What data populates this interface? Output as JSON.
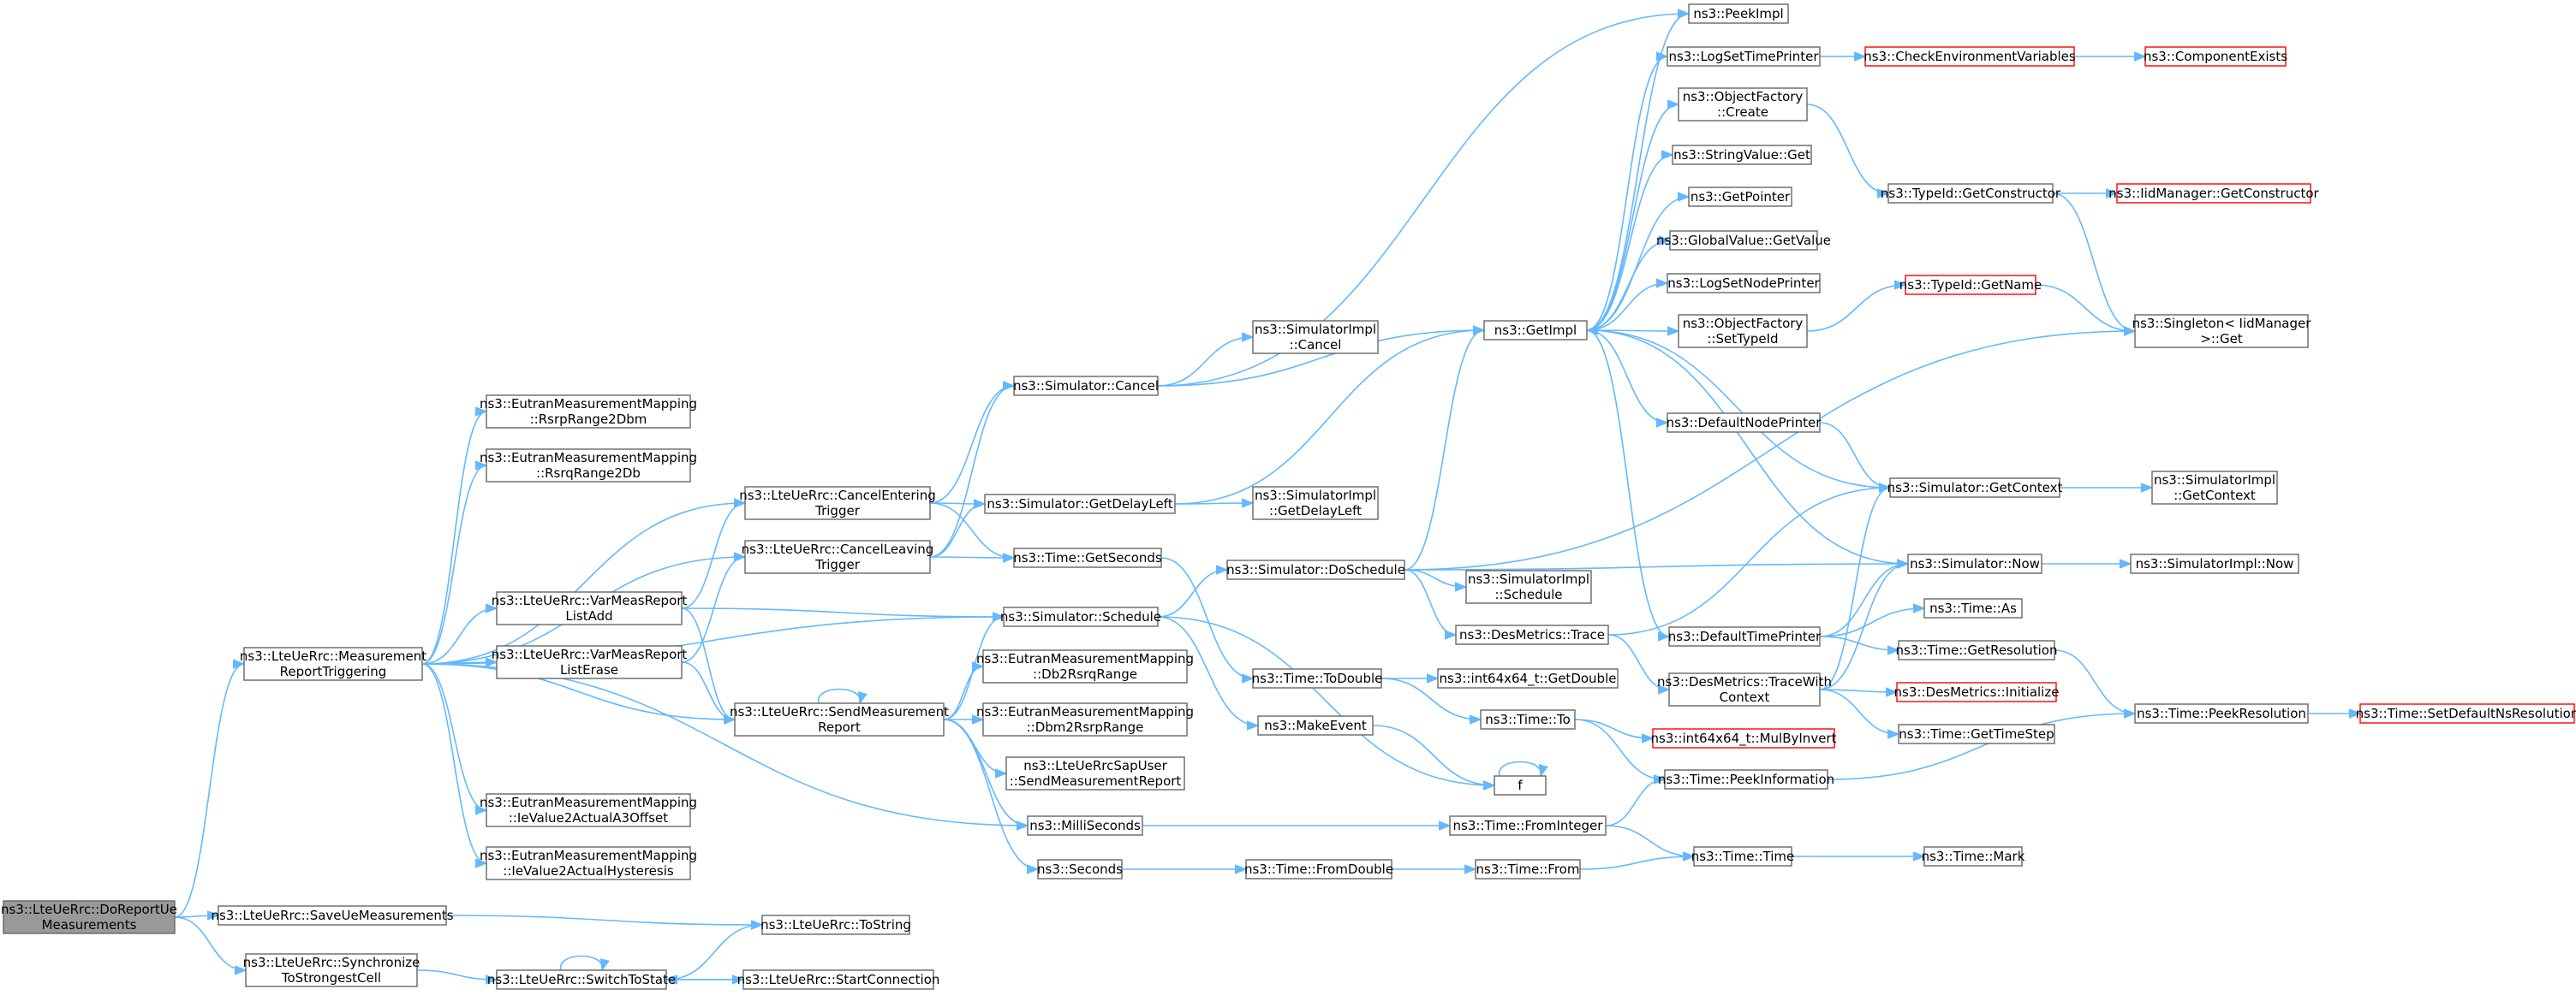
{
  "colors": {
    "edge": "#63B8FF",
    "border": "#666666",
    "missing": "#ff0000",
    "root_fill": "#999999"
  },
  "nodes": [
    {
      "id": "root",
      "lines": [
        "ns3::LteUeRrc::DoReportUe",
        "Measurements"
      ],
      "kind": "root"
    },
    {
      "id": "mrt",
      "lines": [
        "ns3::LteUeRrc::Measurement",
        "ReportTriggering"
      ],
      "kind": "normal"
    },
    {
      "id": "save",
      "lines": [
        "ns3::LteUeRrc::SaveUeMeasurements"
      ],
      "kind": "normal"
    },
    {
      "id": "sync",
      "lines": [
        "ns3::LteUeRrc::Synchronize",
        "ToStrongestCell"
      ],
      "kind": "normal"
    },
    {
      "id": "rsrp2dbm",
      "lines": [
        "ns3::EutranMeasurementMapping",
        "::RsrpRange2Dbm"
      ],
      "kind": "normal"
    },
    {
      "id": "rsrq2db",
      "lines": [
        "ns3::EutranMeasurementMapping",
        "::RsrqRange2Db"
      ],
      "kind": "normal"
    },
    {
      "id": "a3off",
      "lines": [
        "ns3::EutranMeasurementMapping",
        "::IeValue2ActualA3Offset"
      ],
      "kind": "normal"
    },
    {
      "id": "hyst",
      "lines": [
        "ns3::EutranMeasurementMapping",
        "::IeValue2ActualHysteresis"
      ],
      "kind": "normal"
    },
    {
      "id": "cet",
      "lines": [
        "ns3::LteUeRrc::CancelEntering",
        "Trigger"
      ],
      "kind": "normal"
    },
    {
      "id": "clt",
      "lines": [
        "ns3::LteUeRrc::CancelLeaving",
        "Trigger"
      ],
      "kind": "normal"
    },
    {
      "id": "vadd",
      "lines": [
        "ns3::LteUeRrc::VarMeasReport",
        "ListAdd"
      ],
      "kind": "normal"
    },
    {
      "id": "verase",
      "lines": [
        "ns3::LteUeRrc::VarMeasReport",
        "ListErase"
      ],
      "kind": "normal"
    },
    {
      "id": "smr",
      "lines": [
        "ns3::LteUeRrc::SendMeasurement",
        "Report"
      ],
      "kind": "normal"
    },
    {
      "id": "tostring",
      "lines": [
        "ns3::LteUeRrc::ToString"
      ],
      "kind": "normal"
    },
    {
      "id": "switch",
      "lines": [
        "ns3::LteUeRrc::SwitchToState"
      ],
      "kind": "normal"
    },
    {
      "id": "startconn",
      "lines": [
        "ns3::LteUeRrc::StartConnection"
      ],
      "kind": "normal"
    },
    {
      "id": "simcancel",
      "lines": [
        "ns3::Simulator::Cancel"
      ],
      "kind": "normal"
    },
    {
      "id": "getdelay",
      "lines": [
        "ns3::Simulator::GetDelayLeft"
      ],
      "kind": "normal"
    },
    {
      "id": "getsec",
      "lines": [
        "ns3::Time::GetSeconds"
      ],
      "kind": "normal"
    },
    {
      "id": "schedule",
      "lines": [
        "ns3::Simulator::Schedule"
      ],
      "kind": "normal"
    },
    {
      "id": "db2rsrq",
      "lines": [
        "ns3::EutranMeasurementMapping",
        "::Db2RsrqRange"
      ],
      "kind": "normal"
    },
    {
      "id": "dbm2rsrp",
      "lines": [
        "ns3::EutranMeasurementMapping",
        "::Dbm2RsrpRange"
      ],
      "kind": "normal"
    },
    {
      "id": "sapsend",
      "lines": [
        "ns3::LteUeRrcSapUser",
        "::SendMeasurementReport"
      ],
      "kind": "normal"
    },
    {
      "id": "milli",
      "lines": [
        "ns3::MilliSeconds"
      ],
      "kind": "normal"
    },
    {
      "id": "seconds",
      "lines": [
        "ns3::Seconds"
      ],
      "kind": "normal"
    },
    {
      "id": "implcancel",
      "lines": [
        "ns3::SimulatorImpl",
        "::Cancel"
      ],
      "kind": "normal"
    },
    {
      "id": "impldelay",
      "lines": [
        "ns3::SimulatorImpl",
        "::GetDelayLeft"
      ],
      "kind": "normal"
    },
    {
      "id": "dosched",
      "lines": [
        "ns3::Simulator::DoSchedule"
      ],
      "kind": "normal"
    },
    {
      "id": "todouble",
      "lines": [
        "ns3::Time::ToDouble"
      ],
      "kind": "normal"
    },
    {
      "id": "makeevent",
      "lines": [
        "ns3::MakeEvent"
      ],
      "kind": "normal"
    },
    {
      "id": "fromdouble",
      "lines": [
        "ns3::Time::FromDouble"
      ],
      "kind": "normal"
    },
    {
      "id": "getimpl",
      "lines": [
        "ns3::GetImpl"
      ],
      "kind": "normal"
    },
    {
      "id": "implsched",
      "lines": [
        "ns3::SimulatorImpl",
        "::Schedule"
      ],
      "kind": "normal"
    },
    {
      "id": "trace",
      "lines": [
        "ns3::DesMetrics::Trace"
      ],
      "kind": "normal"
    },
    {
      "id": "i64getdouble",
      "lines": [
        "ns3::int64x64_t::GetDouble"
      ],
      "kind": "normal"
    },
    {
      "id": "timeto",
      "lines": [
        "ns3::Time::To"
      ],
      "kind": "normal"
    },
    {
      "id": "f",
      "lines": [
        "f"
      ],
      "kind": "normal"
    },
    {
      "id": "fromint",
      "lines": [
        "ns3::Time::FromInteger"
      ],
      "kind": "normal"
    },
    {
      "id": "timefrom",
      "lines": [
        "ns3::Time::From"
      ],
      "kind": "normal"
    },
    {
      "id": "peekimpl",
      "lines": [
        "ns3::PeekImpl"
      ],
      "kind": "normal"
    },
    {
      "id": "logsettime",
      "lines": [
        "ns3::LogSetTimePrinter"
      ],
      "kind": "normal"
    },
    {
      "id": "ofcreate",
      "lines": [
        "ns3::ObjectFactory",
        "::Create"
      ],
      "kind": "normal"
    },
    {
      "id": "strget",
      "lines": [
        "ns3::StringValue::Get"
      ],
      "kind": "normal"
    },
    {
      "id": "getptr",
      "lines": [
        "ns3::GetPointer"
      ],
      "kind": "normal"
    },
    {
      "id": "gvget",
      "lines": [
        "ns3::GlobalValue::GetValue"
      ],
      "kind": "normal"
    },
    {
      "id": "logsetnode",
      "lines": [
        "ns3::LogSetNodePrinter"
      ],
      "kind": "normal"
    },
    {
      "id": "ofsettype",
      "lines": [
        "ns3::ObjectFactory",
        "::SetTypeId"
      ],
      "kind": "normal"
    },
    {
      "id": "defnode",
      "lines": [
        "ns3::DefaultNodePrinter"
      ],
      "kind": "normal"
    },
    {
      "id": "deftime",
      "lines": [
        "ns3::DefaultTimePrinter"
      ],
      "kind": "normal"
    },
    {
      "id": "tracectx",
      "lines": [
        "ns3::DesMetrics::TraceWith",
        "Context"
      ],
      "kind": "normal"
    },
    {
      "id": "gettimestep",
      "lines": [
        "ns3::Time::GetTimeStep"
      ],
      "kind": "normal"
    },
    {
      "id": "mulbyinv",
      "lines": [
        "ns3::int64x64_t::MulByInvert"
      ],
      "kind": "red"
    },
    {
      "id": "peekinfo",
      "lines": [
        "ns3::Time::PeekInformation"
      ],
      "kind": "normal"
    },
    {
      "id": "timetime",
      "lines": [
        "ns3::Time::Time"
      ],
      "kind": "normal"
    },
    {
      "id": "timeas",
      "lines": [
        "ns3::Time::As"
      ],
      "kind": "normal"
    },
    {
      "id": "getres",
      "lines": [
        "ns3::Time::GetResolution"
      ],
      "kind": "normal"
    },
    {
      "id": "desinit",
      "lines": [
        "ns3::DesMetrics::Initialize"
      ],
      "kind": "red"
    },
    {
      "id": "checkenv",
      "lines": [
        "ns3::CheckEnvironmentVariables"
      ],
      "kind": "red"
    },
    {
      "id": "compexists",
      "lines": [
        "ns3::ComponentExists"
      ],
      "kind": "red"
    },
    {
      "id": "tidgetctor",
      "lines": [
        "ns3::TypeId::GetConstructor"
      ],
      "kind": "normal"
    },
    {
      "id": "iidgetctor",
      "lines": [
        "ns3::IidManager::GetConstructor"
      ],
      "kind": "red"
    },
    {
      "id": "tidgetname",
      "lines": [
        "ns3::TypeId::GetName"
      ],
      "kind": "red"
    },
    {
      "id": "singleton",
      "lines": [
        "ns3::Singleton< IidManager",
        ">::Get"
      ],
      "kind": "normal"
    },
    {
      "id": "simgetctx",
      "lines": [
        "ns3::Simulator::GetContext"
      ],
      "kind": "normal"
    },
    {
      "id": "implgetctx",
      "lines": [
        "ns3::SimulatorImpl",
        "::GetContext"
      ],
      "kind": "normal"
    },
    {
      "id": "simnow",
      "lines": [
        "ns3::Simulator::Now"
      ],
      "kind": "normal"
    },
    {
      "id": "implnow",
      "lines": [
        "ns3::SimulatorImpl::Now"
      ],
      "kind": "normal"
    },
    {
      "id": "peekres",
      "lines": [
        "ns3::Time::PeekResolution"
      ],
      "kind": "normal"
    },
    {
      "id": "setdefres",
      "lines": [
        "ns3::Time::SetDefaultNsResolution"
      ],
      "kind": "red"
    },
    {
      "id": "timemark",
      "lines": [
        "ns3::Time::Mark"
      ],
      "kind": "normal"
    }
  ],
  "edges": [
    [
      "root",
      "mrt"
    ],
    [
      "root",
      "save"
    ],
    [
      "root",
      "sync"
    ],
    [
      "mrt",
      "rsrp2dbm"
    ],
    [
      "mrt",
      "rsrq2db"
    ],
    [
      "mrt",
      "a3off"
    ],
    [
      "mrt",
      "hyst"
    ],
    [
      "mrt",
      "cet"
    ],
    [
      "mrt",
      "clt"
    ],
    [
      "mrt",
      "vadd"
    ],
    [
      "mrt",
      "verase"
    ],
    [
      "mrt",
      "smr"
    ],
    [
      "mrt",
      "schedule"
    ],
    [
      "mrt",
      "milli"
    ],
    [
      "save",
      "tostring"
    ],
    [
      "sync",
      "switch"
    ],
    [
      "switch",
      "switch"
    ],
    [
      "switch",
      "tostring"
    ],
    [
      "switch",
      "startconn"
    ],
    [
      "startconn",
      "switch"
    ],
    [
      "vadd",
      "cet"
    ],
    [
      "vadd",
      "schedule"
    ],
    [
      "vadd",
      "smr"
    ],
    [
      "verase",
      "clt"
    ],
    [
      "verase",
      "smr"
    ],
    [
      "cet",
      "simcancel"
    ],
    [
      "cet",
      "getdelay"
    ],
    [
      "cet",
      "getsec"
    ],
    [
      "clt",
      "simcancel"
    ],
    [
      "clt",
      "getdelay"
    ],
    [
      "clt",
      "getsec"
    ],
    [
      "smr",
      "smr"
    ],
    [
      "smr",
      "schedule"
    ],
    [
      "smr",
      "db2rsrq"
    ],
    [
      "smr",
      "dbm2rsrp"
    ],
    [
      "smr",
      "sapsend"
    ],
    [
      "smr",
      "milli"
    ],
    [
      "smr",
      "seconds"
    ],
    [
      "simcancel",
      "peekimpl"
    ],
    [
      "simcancel",
      "implcancel"
    ],
    [
      "simcancel",
      "getimpl"
    ],
    [
      "getdelay",
      "getimpl"
    ],
    [
      "getdelay",
      "impldelay"
    ],
    [
      "getsec",
      "todouble"
    ],
    [
      "schedule",
      "dosched"
    ],
    [
      "schedule",
      "makeevent"
    ],
    [
      "schedule",
      "f"
    ],
    [
      "milli",
      "fromint"
    ],
    [
      "seconds",
      "fromdouble"
    ],
    [
      "dosched",
      "getimpl"
    ],
    [
      "dosched",
      "implsched"
    ],
    [
      "dosched",
      "trace"
    ],
    [
      "dosched",
      "simnow"
    ],
    [
      "dosched",
      "singleton"
    ],
    [
      "todouble",
      "i64getdouble"
    ],
    [
      "todouble",
      "timeto"
    ],
    [
      "makeevent",
      "f"
    ],
    [
      "f",
      "f"
    ],
    [
      "fromdouble",
      "timefrom"
    ],
    [
      "fromint",
      "peekinfo"
    ],
    [
      "fromint",
      "timetime"
    ],
    [
      "timefrom",
      "timetime"
    ],
    [
      "timeto",
      "mulbyinv"
    ],
    [
      "timeto",
      "peekinfo"
    ],
    [
      "getimpl",
      "peekimpl"
    ],
    [
      "getimpl",
      "logsettime"
    ],
    [
      "getimpl",
      "ofcreate"
    ],
    [
      "getimpl",
      "strget"
    ],
    [
      "getimpl",
      "getptr"
    ],
    [
      "getimpl",
      "gvget"
    ],
    [
      "getimpl",
      "logsetnode"
    ],
    [
      "getimpl",
      "ofsettype"
    ],
    [
      "getimpl",
      "defnode"
    ],
    [
      "getimpl",
      "deftime"
    ],
    [
      "trace",
      "tracectx"
    ],
    [
      "trace",
      "simgetctx"
    ],
    [
      "tracectx",
      "simgetctx"
    ],
    [
      "tracectx",
      "desinit"
    ],
    [
      "tracectx",
      "gettimestep"
    ],
    [
      "tracectx",
      "simnow"
    ],
    [
      "deftime",
      "simnow"
    ],
    [
      "deftime",
      "timeas"
    ],
    [
      "deftime",
      "getres"
    ],
    [
      "simgetctx",
      "getimpl"
    ],
    [
      "simgetctx",
      "implgetctx"
    ],
    [
      "simnow",
      "getimpl"
    ],
    [
      "simnow",
      "implnow"
    ],
    [
      "defnode",
      "simgetctx"
    ],
    [
      "logsettime",
      "checkenv"
    ],
    [
      "checkenv",
      "compexists"
    ],
    [
      "ofcreate",
      "tidgetctor"
    ],
    [
      "tidgetctor",
      "iidgetctor"
    ],
    [
      "tidgetctor",
      "singleton"
    ],
    [
      "ofsettype",
      "tidgetname"
    ],
    [
      "tidgetname",
      "singleton"
    ],
    [
      "getres",
      "peekres"
    ],
    [
      "peekinfo",
      "peekres"
    ],
    [
      "peekres",
      "setdefres"
    ],
    [
      "timetime",
      "timemark"
    ]
  ]
}
